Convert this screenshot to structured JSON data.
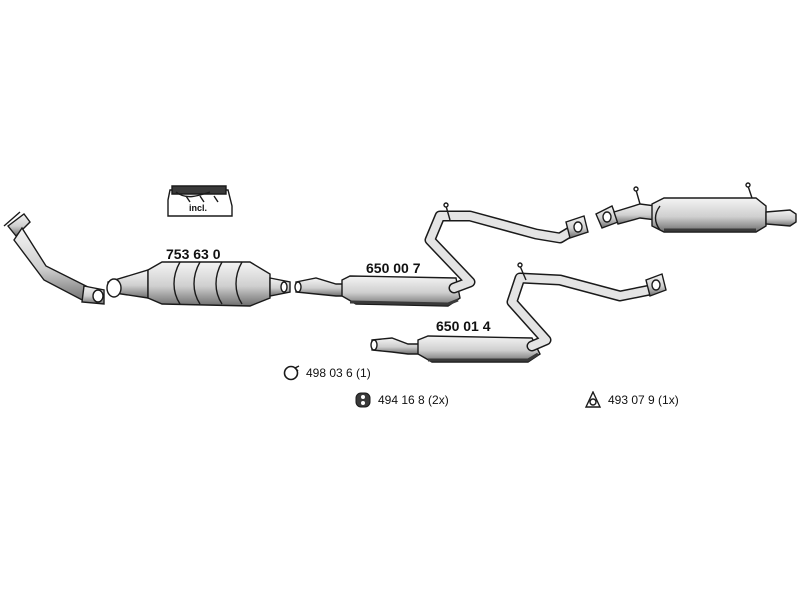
{
  "parts": {
    "catalyst": "753 63 0",
    "front_silencer": "650 00 7",
    "middle_silencer": "650 01 4",
    "kit_note": "incl."
  },
  "accessories": {
    "clamp": "498 03 6 (1)",
    "mount": "494 16 8 (2x)",
    "gasket": "493 07 9 (1x)"
  },
  "colors": {
    "line": "#1a1a1a",
    "shade": "#9a9a9a",
    "dark": "#3a3a3a"
  }
}
